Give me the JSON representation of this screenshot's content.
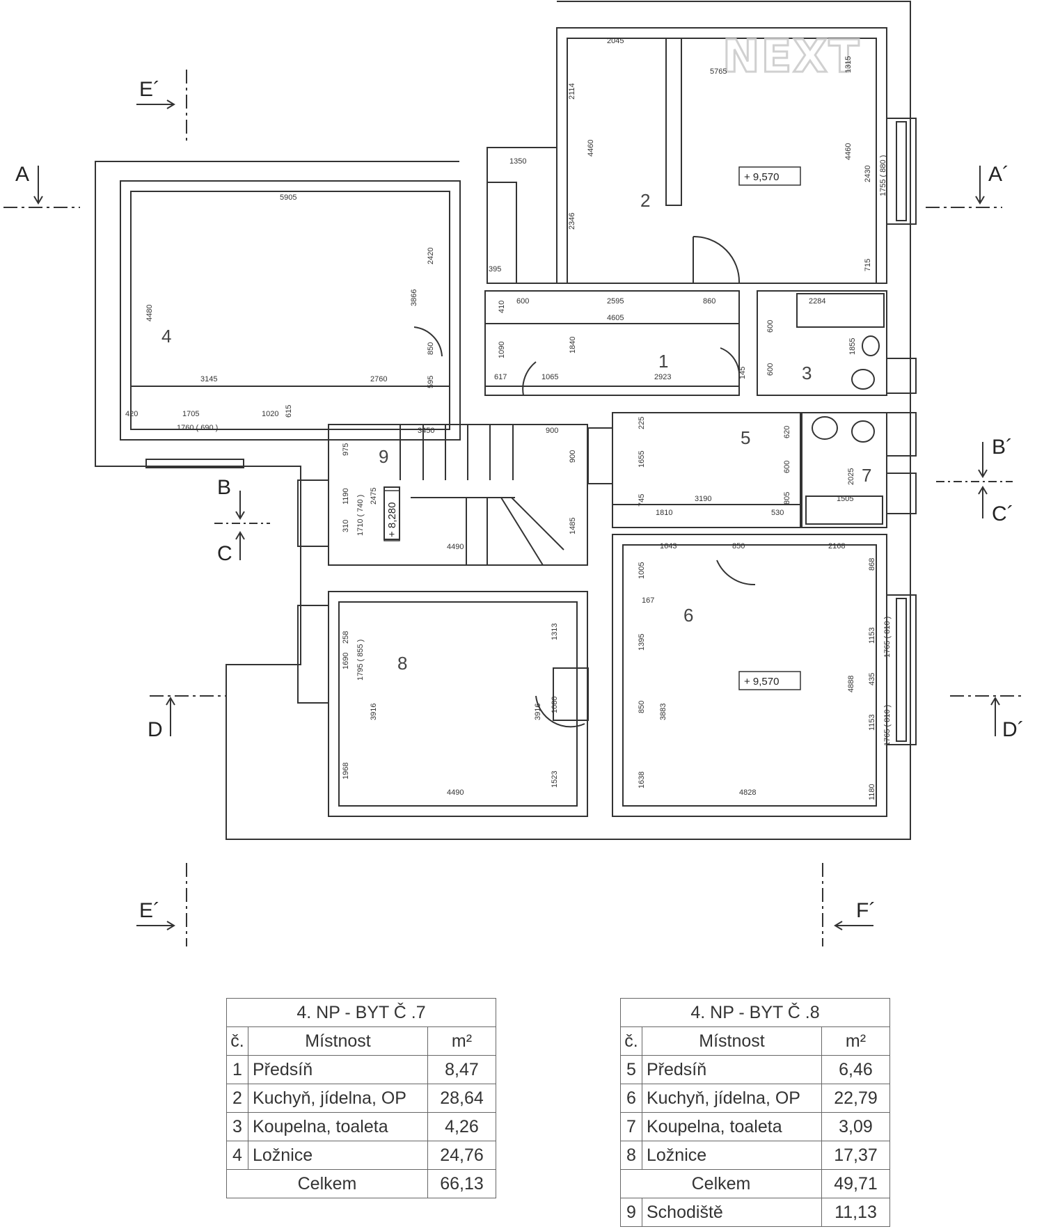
{
  "logo": {
    "text": "NEXT"
  },
  "rooms": [
    {
      "num": "1"
    },
    {
      "num": "2"
    },
    {
      "num": "3"
    },
    {
      "num": "4"
    },
    {
      "num": "5"
    },
    {
      "num": "6"
    },
    {
      "num": "7"
    },
    {
      "num": "8"
    },
    {
      "num": "9"
    }
  ],
  "levels": {
    "kitchen7": "+ 9,570",
    "stair": "+ 8,280",
    "kitchen8": "+ 9,570"
  },
  "sections": {
    "a_left": "A",
    "a_right": "A´",
    "b_left": "B",
    "b_right": "B´",
    "c_left": "C",
    "c_right": "C´",
    "d_left": "D",
    "d_right": "D´",
    "e_top": "E´",
    "e_bottom": "E´",
    "f_bottom": "F´"
  },
  "dimensions": {
    "d2045": "2045",
    "d5765": "5765",
    "d1315": "1315",
    "d2114": "2114",
    "d4460a": "4460",
    "d4460b": "4460",
    "d2430": "2430",
    "d1755": "1755 ( 880 )",
    "d715": "715",
    "d1350": "1350",
    "d2346": "2346",
    "d395": "395",
    "d5905": "5905",
    "d2420": "2420",
    "d3866": "3866",
    "d4480": "4480",
    "d850a": "850",
    "d595": "595",
    "d3145": "3145",
    "d2760": "2760",
    "d420": "420",
    "d1705": "1705",
    "d1020": "1020",
    "d615": "615",
    "d1760": "1760 ( 690 )",
    "d600a": "600",
    "d2595": "2595",
    "d860": "860",
    "d4605": "4605",
    "d410": "410",
    "d1090": "1090",
    "d1840": "1840",
    "d617": "617",
    "d1065": "1065",
    "d2923": "2923",
    "d145": "145",
    "d2284": "2284",
    "d600b": "600",
    "d600c": "600",
    "d1855": "1855",
    "d3450": "3450",
    "d900a": "900",
    "d975": "975",
    "d1190": "1190",
    "d310": "310",
    "d1710": "1710 ( 740 )",
    "d2475": "2475",
    "d900b": "900",
    "d1485": "1485",
    "d4490a": "4490",
    "d225": "225",
    "d1655": "1655",
    "d620": "620",
    "d600d": "600",
    "d805": "805",
    "d2025": "2025",
    "d1505": "1505",
    "d745": "745",
    "d3190": "3190",
    "d1810": "1810",
    "d530": "530",
    "d1643": "1643",
    "d850b": "850",
    "d2168": "2168",
    "d1005": "1005",
    "d868": "868",
    "d167": "167",
    "d1395": "1395",
    "d850c": "850",
    "d3883": "3883",
    "d1638": "1638",
    "d4888": "4888",
    "d1153a": "1153",
    "d1765a": "1765 ( 810 )",
    "d435": "435",
    "d1153b": "1153",
    "d1765b": "1765 ( 810 )",
    "d1180": "1180",
    "d4828": "4828",
    "d1690": "1690",
    "d258": "258",
    "d1795": "1795 ( 855 )",
    "d3916a": "3916",
    "d1313": "1313",
    "d3916b": "3916",
    "d1080": "1080",
    "d1523": "1523",
    "d1968": "1968",
    "d4490b": "4490"
  },
  "table7": {
    "caption": "4. NP - BYT Č .7",
    "h_num": "č.",
    "h_name": "Místnost",
    "h_area": "m²",
    "rows": [
      {
        "num": "1",
        "name": "Předsíň",
        "area": "8,47"
      },
      {
        "num": "2",
        "name": "Kuchyň, jídelna, OP",
        "area": "28,64"
      },
      {
        "num": "3",
        "name": "Koupelna, toaleta",
        "area": "4,26"
      },
      {
        "num": "4",
        "name": "Ložnice",
        "area": "24,76"
      }
    ],
    "total_label": "Celkem",
    "total_area": "66,13"
  },
  "table8": {
    "caption": "4. NP - BYT Č .8",
    "h_num": "č.",
    "h_name": "Místnost",
    "h_area": "m²",
    "rows": [
      {
        "num": "5",
        "name": "Předsíň",
        "area": "6,46"
      },
      {
        "num": "6",
        "name": "Kuchyň, jídelna, OP",
        "area": "22,79"
      },
      {
        "num": "7",
        "name": "Koupelna, toaleta",
        "area": "3,09"
      },
      {
        "num": "8",
        "name": "Ložnice",
        "area": "17,37"
      }
    ],
    "total_label": "Celkem",
    "total_area": "49,71",
    "extra": {
      "num": "9",
      "name": "Schodiště",
      "area": "11,13"
    }
  }
}
